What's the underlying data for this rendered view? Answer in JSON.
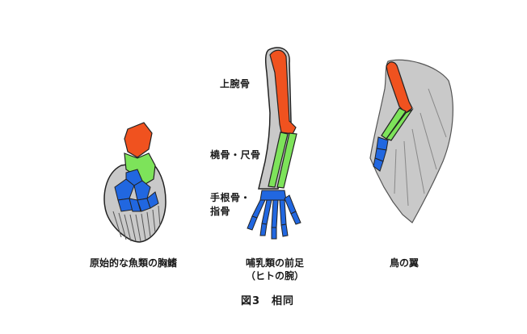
{
  "labels": {
    "humerus": "上腕骨",
    "radius_ulna": "橈骨・尺骨",
    "carpal_line1": "手根骨・",
    "carpal_line2": "指骨"
  },
  "captions": {
    "fish": "原始的な魚類の胸鰭",
    "mammal_line1": "哺乳類の前足",
    "mammal_line2": "（ヒトの腕）",
    "bird": "鳥の翼"
  },
  "figure_title": "図3　相同",
  "colors": {
    "humerus": "#f0521f",
    "radius_ulna": "#7de35a",
    "carpals": "#2167e0",
    "soft_tissue": "#c9c9c9",
    "outline": "#222222"
  }
}
